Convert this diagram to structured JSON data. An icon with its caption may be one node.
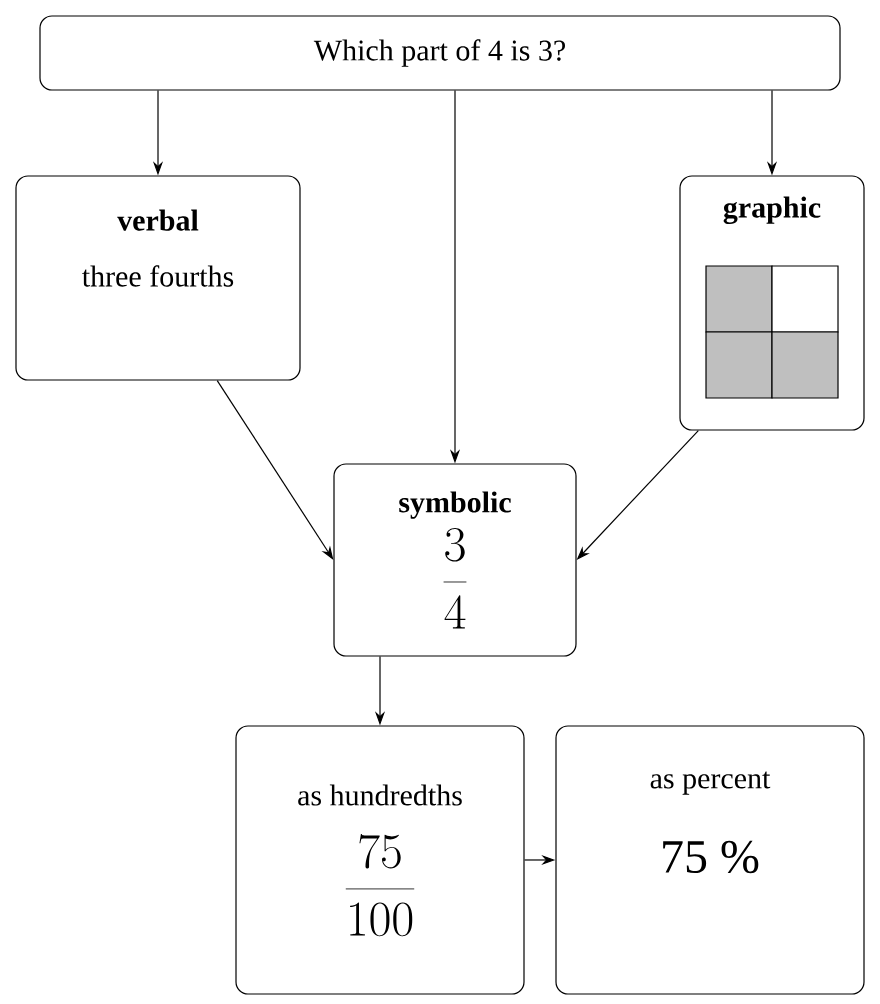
{
  "diagram": {
    "nodes": [
      {
        "text": [
          "Which part of 4  is 3?"
        ]
      },
      {
        "text": [
          "verbal",
          "three fourths"
        ]
      },
      {
        "text": [
          "graphic"
        ]
      },
      {
        "text": [
          "symbolic",
          "\\frac{3}{4}"
        ]
      },
      {
        "text": [
          "as hundredths",
          "\\frac{75}{100}"
        ]
      },
      {
        "text": [
          "as percent",
          "75 %"
        ]
      }
    ],
    "edges": [
      {
        "from": 0,
        "to": 1,
        "arrow": "to"
      },
      {
        "from": 0,
        "to": 3,
        "arrow": "to"
      },
      {
        "from": 0,
        "to": 2,
        "arrow": "to"
      },
      {
        "from": 1,
        "to": 3,
        "arrow": "to"
      },
      {
        "from": 2,
        "to": 3,
        "arrow": "to"
      },
      {
        "from": 3,
        "to": 4,
        "arrow": "to"
      },
      {
        "from": 4,
        "to": 5,
        "arrow": "to"
      }
    ]
  }
}
